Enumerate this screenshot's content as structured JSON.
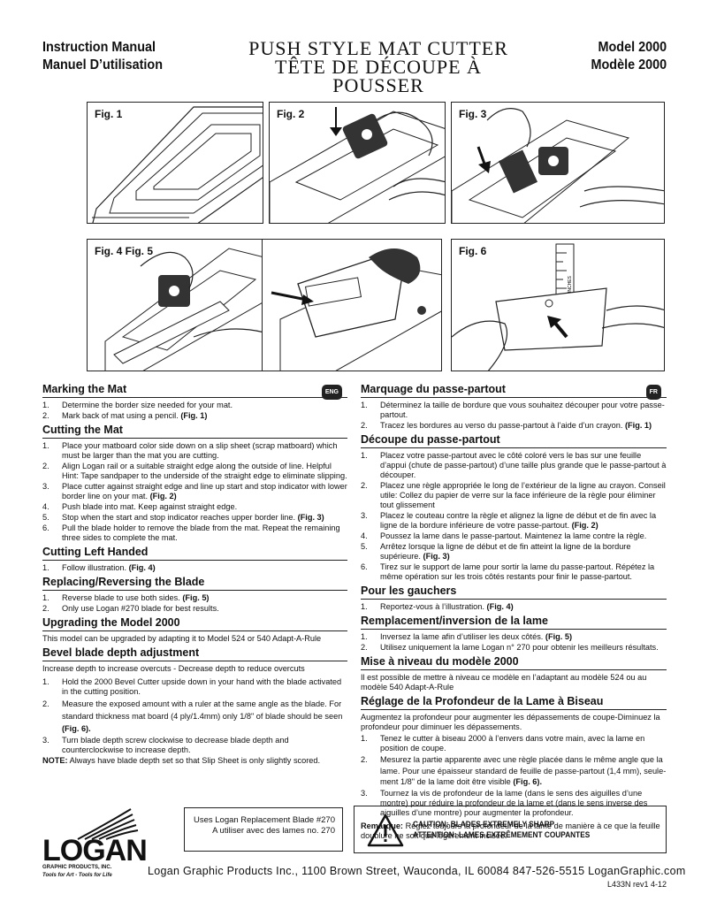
{
  "header": {
    "left_line1": "Instruction Manual",
    "left_line2": "Manuel D’utilisation",
    "title_line1": "PUSH STYLE MAT CUTTER",
    "title_line2": "TÊTE DE DÉCOUPE À POUSSER",
    "right_line1": "Model 2000",
    "right_line2": "Modèle 2000"
  },
  "figures": {
    "fig1": "Fig. 1",
    "fig2": "Fig. 2",
    "fig3": "Fig. 3",
    "fig45": "Fig. 4 Fig. 5",
    "fig6": "Fig. 6",
    "ruler_label": "INCHES"
  },
  "en": {
    "badge": "ENG",
    "marking_title": "Marking the Mat",
    "marking_steps": [
      {
        "n": "1.",
        "t": "Determine the border size needed for your mat.",
        "ref": ""
      },
      {
        "n": "2.",
        "t": "Mark back of mat using a pencil.",
        "ref": "(Fig. 1)"
      }
    ],
    "cutting_title": "Cutting the Mat",
    "cutting_steps": [
      {
        "n": "1.",
        "t": "Place your matboard color side down on a slip sheet (scrap matboard) which must be larger than the mat you are cutting.",
        "ref": ""
      },
      {
        "n": "2.",
        "t": "Align Logan rail or a suitable straight edge along the outside of line. Helpful Hint: Tape sandpaper to the underside of the straight edge to eliminate slipping.",
        "ref": ""
      },
      {
        "n": "3.",
        "t": "Place cutter against straight edge and line up start and stop indicator with lower border line on your mat.",
        "ref": "(Fig. 2)"
      },
      {
        "n": "4.",
        "t": "Push blade into mat. Keep against straight edge.",
        "ref": ""
      },
      {
        "n": "5.",
        "t": "Stop when the start and stop indicator reaches upper border line.",
        "ref": "(Fig. 3)"
      },
      {
        "n": "6.",
        "t": "Pull the blade holder to remove the blade from the mat. Repeat the remaining three sides to complete the mat.",
        "ref": ""
      }
    ],
    "left_title": "Cutting Left Handed",
    "left_steps": [
      {
        "n": "1.",
        "t": "Follow illustration.",
        "ref": "(Fig. 4)"
      }
    ],
    "replace_title": "Replacing/Reversing the Blade",
    "replace_steps": [
      {
        "n": "1.",
        "t": "Reverse blade to use both sides.",
        "ref": "(Fig. 5)"
      },
      {
        "n": "2.",
        "t": "Only use Logan #270 blade for best results.",
        "ref": ""
      }
    ],
    "upgrade_title": "Upgrading the Model 2000",
    "upgrade_text": "This model can be upgraded by adapting it to Model 524 or 540 Adapt-A-Rule",
    "bevel_title": "Bevel blade depth adjustment",
    "bevel_intro": "Increase depth to increase overcuts - Decrease depth to reduce overcuts",
    "bevel_steps": [
      {
        "n": "1.",
        "t": "Hold the 2000 Bevel Cutter upside down in your hand with the blade activated in the cutting position.",
        "ref": ""
      },
      {
        "n": "2.",
        "t": "Measure the exposed amount with a ruler at the same angle as the blade. For standard thickness mat board (4 ply/1.4mm) only 1/8\" of blade should be seen",
        "ref": "(Fig. 6)."
      },
      {
        "n": "3.",
        "t": "Turn blade depth screw clockwise to decrease blade depth and counterclockwise to increase depth.",
        "ref": ""
      }
    ],
    "note_label": "NOTE:",
    "note_text": "Always have blade depth set so that Slip Sheet is only slightly scored."
  },
  "fr": {
    "badge": "FR",
    "marking_title": "Marquage du passe-partout",
    "marking_steps": [
      {
        "n": "1.",
        "t": "Déterminez la taille de bordure que vous souhaitez découper pour votre passe-partout.",
        "ref": ""
      },
      {
        "n": "2.",
        "t": "Tracez les bordures au verso du passe-partout à l’aide d’un crayon.",
        "ref": "(Fig. 1)"
      }
    ],
    "cutting_title": "Découpe du passe-partout",
    "cutting_steps": [
      {
        "n": "1.",
        "t": "Placez votre passe-partout avec le côté coloré vers le bas sur une feuille d’appui (chute de passe-partout) d’une taille plus grande que le passe-partout à découper.",
        "ref": ""
      },
      {
        "n": "2.",
        "t": "Placez une règle appropriée le long de l’extérieur de la ligne au crayon. Conseil utile: Collez du papier de verre sur la face inférieure de la règle pour éliminer tout glissement",
        "ref": ""
      },
      {
        "n": "3.",
        "t": "Placez le couteau contre la règle et alignez la ligne de début et de fin avec la ligne de la bordure inférieure de votre passe-partout.",
        "ref": "(Fig. 2)"
      },
      {
        "n": "4.",
        "t": "Poussez la lame dans le passe-partout. Maintenez la lame contre la règle.",
        "ref": ""
      },
      {
        "n": "5.",
        "t": "Arrêtez lorsque la ligne de début et de fin atteint la ligne de la bordure supérieure.",
        "ref": "(Fig. 3)"
      },
      {
        "n": "6.",
        "t": "Tirez sur le support de lame pour sortir la lame du passe-partout. Répétez la même opération sur les trois côtés restants pour finir le passe-partout.",
        "ref": ""
      }
    ],
    "left_title": "Pour les gauchers",
    "left_steps": [
      {
        "n": "1.",
        "t": "Reportez-vous à l’illustration.",
        "ref": "(Fig. 4)"
      }
    ],
    "replace_title": "Remplacement/inversion de la lame",
    "replace_steps": [
      {
        "n": "1.",
        "t": "Inversez la lame afin d’utiliser les deux côtés.",
        "ref": "(Fig. 5)"
      },
      {
        "n": "2.",
        "t": "Utilisez uniquement la lame Logan n° 270 pour obtenir les meilleurs résultats.",
        "ref": ""
      }
    ],
    "upgrade_title": "Mise à niveau du modèle 2000",
    "upgrade_text": "Il est possible de mettre à niveau ce modèle en l’adaptant au modèle 524 ou au modèle 540 Adapt-A-Rule",
    "bevel_title": "Réglage de la Profondeur de la Lame à Biseau",
    "bevel_intro": "Augmentez la profondeur pour augmenter les dépassements de coupe-Diminuez la profondeur pour diminuer les dépassements.",
    "bevel_steps": [
      {
        "n": "1.",
        "t": "Tenez le cutter à biseau 2000 à l’envers dans votre main, avec la lame en position de coupe.",
        "ref": ""
      },
      {
        "n": "2.",
        "t": "Mesurez la partie apparente avec une règle placée dans le même angle que la lame. Pour une épaisseur standard de feuille de passe-partout (1,4 mm), seule-ment 1/8\" de la lame doit être visible",
        "ref": "(Fig. 6)."
      },
      {
        "n": "3.",
        "t": "Tournez la vis de profondeur de la lame (dans le sens des aiguilles d’une montre) pour réduire la profondeur de la lame et (dans le sens inverse des aiguilles d’une montre) pour augmenter la profondeur.",
        "ref": ""
      }
    ],
    "note_label": "Remarque:",
    "note_text": "Réglez toujours la profondeur de la lame de manière à ce que la feuille doublure ne soit que légèrement incisée."
  },
  "blade_box": {
    "line1": "Uses Logan Replacement Blade #270",
    "line2": "A utiliser avec des lames no. 270"
  },
  "caution": {
    "line1": "CAUTION: BLADES EXTREMELY SHARP",
    "line2": "ATTENTION: LAMES EXTRÊMEMENT COUPANTES"
  },
  "logo": {
    "word": "LOGAN",
    "sub": "GRAPHIC PRODUCTS, INC.",
    "tagline": "Tools for Art - Tools for Life"
  },
  "footer": {
    "address": "Logan Graphic Products Inc., 1100 Brown Street, Wauconda, IL 60084   847-526-5515  LoganGraphic.com",
    "revision": "L433N  rev1   4-12"
  }
}
